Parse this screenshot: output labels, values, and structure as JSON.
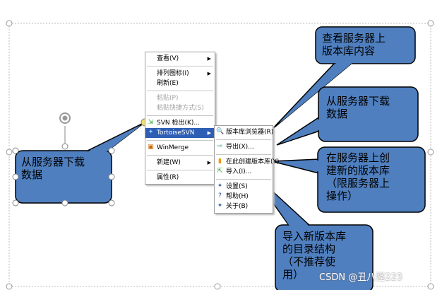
{
  "context_menu": {
    "items": [
      {
        "label": "查看(V)",
        "submenu": true
      },
      {
        "label": "排列图标(I)",
        "submenu": true
      },
      {
        "label": "刷新(E)"
      },
      {
        "label": "粘贴(P)",
        "disabled": true
      },
      {
        "label": "粘贴快捷方式(S)",
        "disabled": true
      },
      {
        "label": "SVN 检出(K)..."
      },
      {
        "label": "TortoiseSVN",
        "submenu": true,
        "selected": true
      },
      {
        "label": "WinMerge"
      },
      {
        "label": "新建(W)",
        "submenu": true
      },
      {
        "label": "属性(R)"
      }
    ]
  },
  "submenu": {
    "items": [
      {
        "label": "版本库浏览器(R)",
        "icon": "search-icon"
      },
      {
        "label": "导出(X)...",
        "icon": "export-icon"
      },
      {
        "label": "在此创建版本库(Y)",
        "icon": "repo-icon"
      },
      {
        "label": "导入(I)...",
        "icon": "import-icon"
      },
      {
        "label": "设置(S)",
        "icon": "settings-icon"
      },
      {
        "label": "帮助(H)",
        "icon": "help-icon"
      },
      {
        "label": "关于(B)",
        "icon": "about-icon"
      }
    ]
  },
  "callouts": {
    "left": [
      "从服务器下载",
      "数据"
    ],
    "browser": [
      "查看服务器上",
      "版本库内容"
    ],
    "export": [
      "从服务器下载",
      "数据"
    ],
    "create": [
      "在服务器上创",
      "建新的版本库",
      "（限服务器上",
      "操作）"
    ],
    "import": [
      "导入新版本库",
      "的目录结构",
      "（不推荐使",
      "用）"
    ]
  },
  "watermark": "CSDN @丑八怪223",
  "colors": {
    "callout_fill": "#4f7fbf",
    "menu_selected": "#2f5fb5"
  }
}
